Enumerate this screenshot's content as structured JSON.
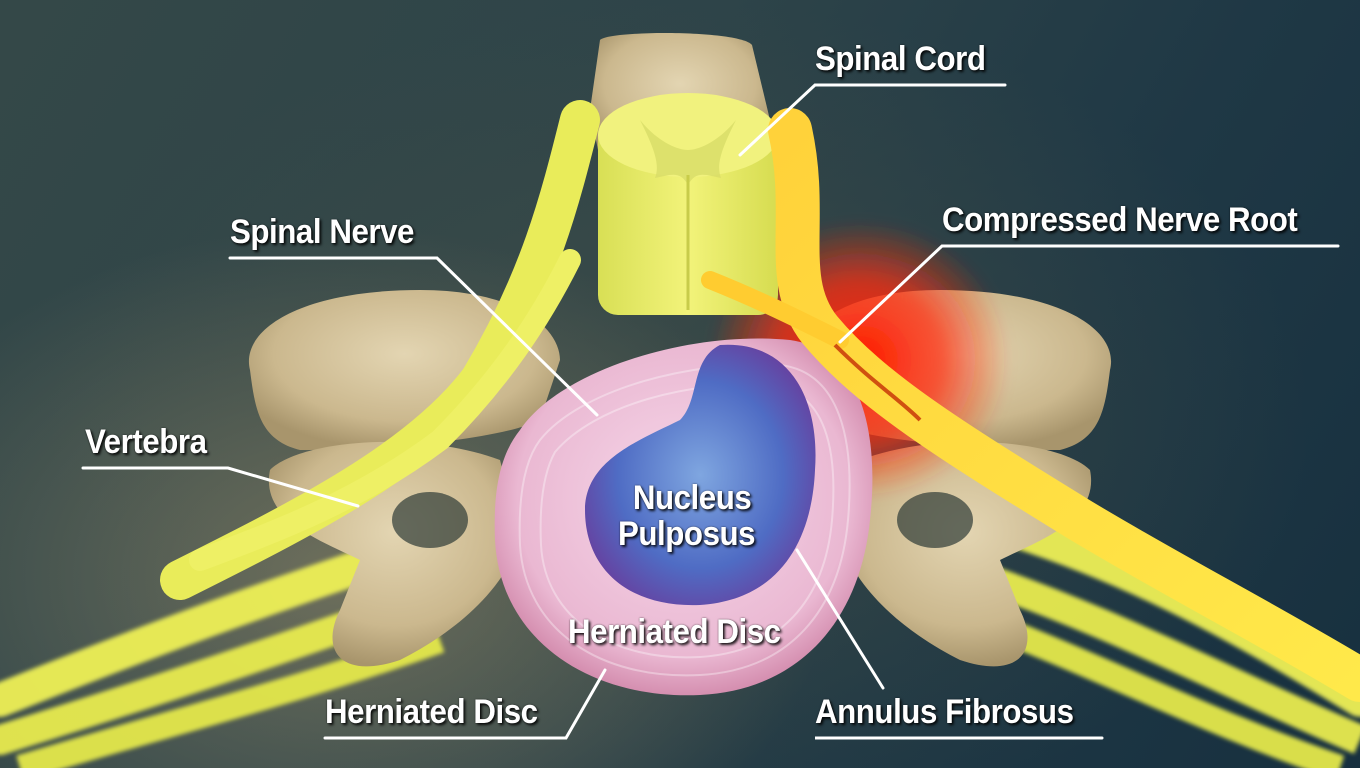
{
  "diagram": {
    "subject": "Lumbar vertebra with herniated disc compressing a nerve root (axial view)",
    "colors": {
      "background_dark": "#17303f",
      "background_left": "#344848",
      "bone": "#d6c6a0",
      "nerve": "#f0f05a",
      "inflammation": "#ff2a10",
      "annulus": "#f2c6de",
      "nucleus": "#5a78c8",
      "label_text": "#ffffff",
      "leader_line": "#ffffff"
    },
    "labels": [
      {
        "id": "spinal-cord",
        "text": "Spinal Cord"
      },
      {
        "id": "compressed-nerve-root",
        "text": "Compressed Nerve Root"
      },
      {
        "id": "spinal-nerve",
        "text": "Spinal Nerve"
      },
      {
        "id": "vertebra",
        "text": "Vertebra"
      },
      {
        "id": "nucleus-pulposus",
        "text": "Nucleus Pulposus",
        "line1": "Nucleus",
        "line2": "Pulposus"
      },
      {
        "id": "herniated-disc-inner",
        "text": "Herniated Disc"
      },
      {
        "id": "herniated-disc",
        "text": "Herniated Disc"
      },
      {
        "id": "annulus-fibrosus",
        "text": "Annulus Fibrosus"
      }
    ]
  }
}
